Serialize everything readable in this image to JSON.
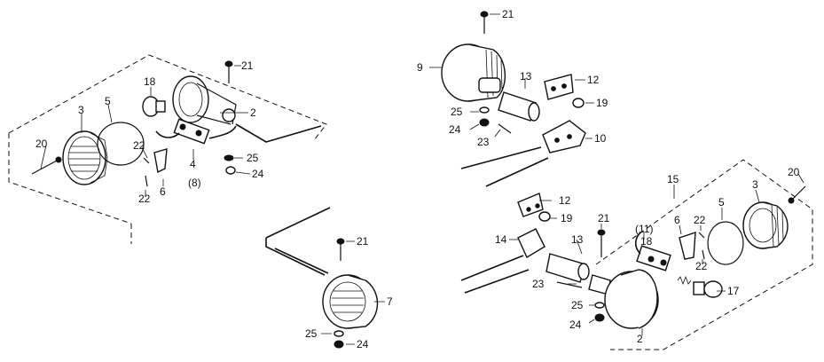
{
  "callouts": {
    "a_21": "21",
    "a_18": "18",
    "a_2": "2",
    "a_3": "3",
    "a_5": "5",
    "a_20": "20",
    "a_22a": "22",
    "a_4": "4",
    "a_8": "(8)",
    "a_6": "6",
    "a_22b": "22",
    "a_25": "25",
    "a_24": "24",
    "b_21": "21",
    "b_9": "9",
    "b_13": "13",
    "b_12": "12",
    "b_19": "19",
    "b_25": "25",
    "b_24": "24",
    "b_23": "23",
    "b_10": "10",
    "c_21": "21",
    "c_7": "7",
    "c_25": "25",
    "c_24": "24",
    "d_15": "15",
    "d_20": "20",
    "d_3": "3",
    "d_12": "12",
    "d_19": "19",
    "d_21": "21",
    "d_11": "(11)",
    "d_18": "18",
    "d_6": "6",
    "d_22a": "22",
    "d_5": "5",
    "d_22b": "22",
    "d_14": "14",
    "d_13": "13",
    "d_23": "23",
    "d_25": "25",
    "d_24": "24",
    "d_2": "2",
    "d_17": "17"
  }
}
